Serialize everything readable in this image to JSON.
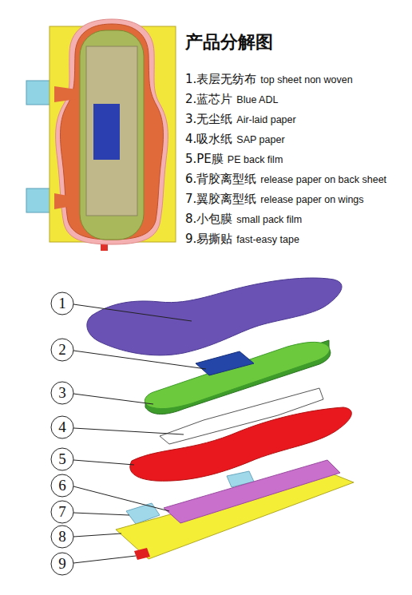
{
  "diagram": {
    "title": "产品分解图",
    "labels": [
      "1.表层无纺布",
      "top sheet non woven",
      "2.蓝芯片",
      "Blue ADL",
      "3.无尘纸",
      "Air-laid paper",
      "4.吸水纸",
      "SAP paper",
      "5.PE膜",
      "PE back film",
      "6.背胶离型纸",
      "release paper on back sheet",
      "7.翼胶离型纸",
      "release paper on wings",
      "8.小包膜",
      "small pack film",
      "9.易撕贴",
      "fast-easy tape",
      "1",
      "2",
      "3",
      "4",
      "5",
      "6",
      "7",
      "8",
      "9"
    ]
  }
}
